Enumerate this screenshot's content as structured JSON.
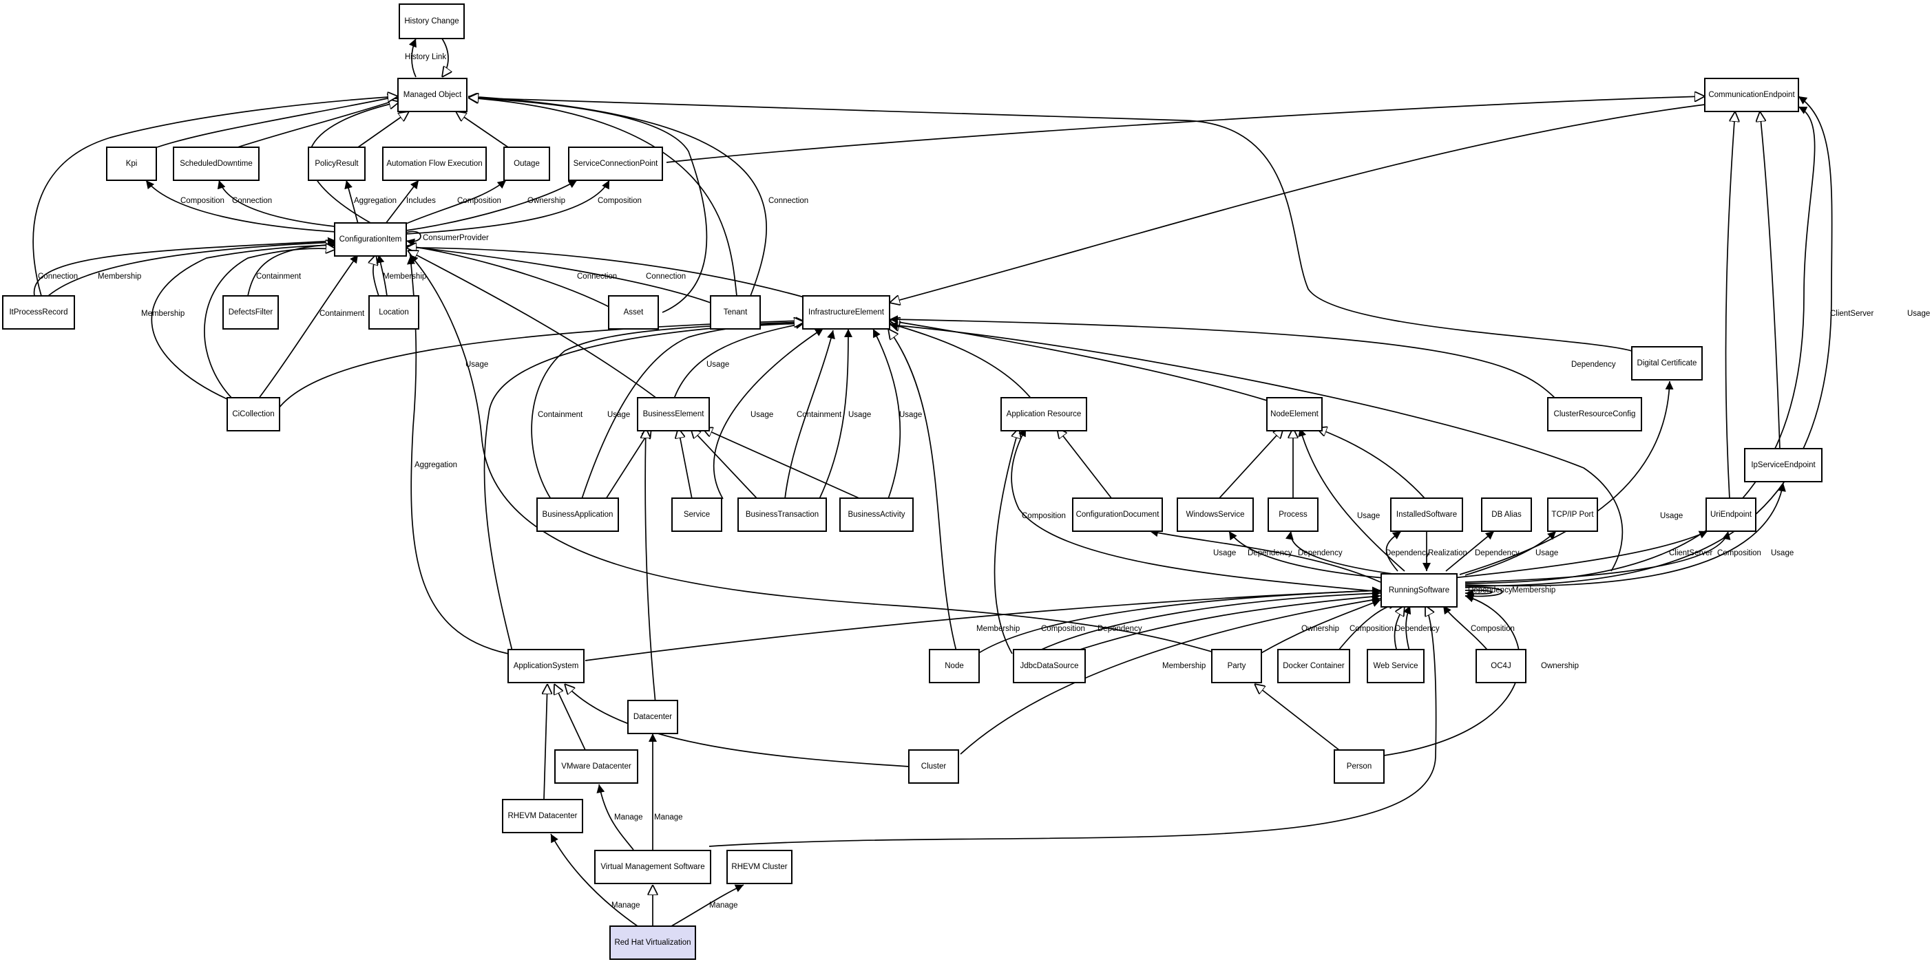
{
  "nodes": {
    "history": "History Change",
    "managed": "Managed Object",
    "commEndpoint": "CommunicationEndpoint",
    "kpi": "Kpi",
    "scheduled": "ScheduledDowntime",
    "policy": "PolicyResult",
    "automation": "Automation Flow Execution",
    "outage": "Outage",
    "scp": "ServiceConnectionPoint",
    "ci": "ConfigurationItem",
    "itprocess": "ItProcessRecord",
    "defects": "DefectsFilter",
    "location": "Location",
    "asset": "Asset",
    "tenant": "Tenant",
    "infra": "InfrastructureElement",
    "digicert": "Digital Certificate",
    "cicollection": "CiCollection",
    "businessElement": "BusinessElement",
    "appResource": "Application Resource",
    "nodeElement": "NodeElement",
    "clusterRes": "ClusterResourceConfig",
    "ipService": "IpServiceEndpoint",
    "bizApp": "BusinessApplication",
    "service": "Service",
    "bizTx": "BusinessTransaction",
    "bizActivity": "BusinessActivity",
    "configDoc": "ConfigurationDocument",
    "winService": "WindowsService",
    "process": "Process",
    "installed": "InstalledSoftware",
    "dbAlias": "DB Alias",
    "tcpPort": "TCP/IP Port",
    "uriEndpoint": "UriEndpoint",
    "running": "RunningSoftware",
    "appSystem": "ApplicationSystem",
    "node": "Node",
    "jdbc": "JdbcDataSource",
    "party": "Party",
    "docker": "Docker Container",
    "webService": "Web Service",
    "oc4j": "OC4J",
    "datacenter": "Datacenter",
    "vmwareDc": "VMware Datacenter",
    "cluster": "Cluster",
    "person": "Person",
    "rhevmDc": "RHEVM Datacenter",
    "vms": "Virtual Management Software",
    "rhevmCluster": "RHEVM Cluster",
    "redhat": "Red Hat Virtualization"
  },
  "highlight_node_color": "#dcdcf5",
  "edge_labels": {
    "historyLink": "History Link",
    "composition": "Composition",
    "connection": "Connection",
    "aggregation": "Aggregation",
    "includes": "Includes",
    "ownership": "Ownership",
    "consumerProvider": "ConsumerProvider",
    "membership": "Membership",
    "containment": "Containment",
    "usage": "Usage",
    "dependency": "Dependency",
    "realization": "Realization",
    "clientServer": "ClientServer",
    "manage": "Manage"
  }
}
